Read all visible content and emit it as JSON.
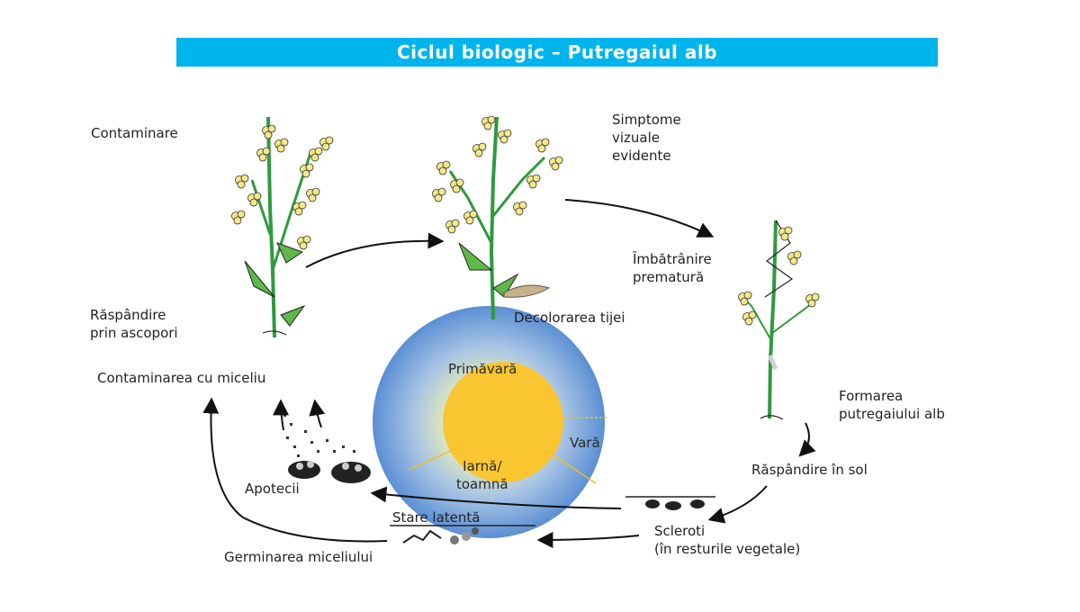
{
  "title": "Ciclul biologic – Putregaiul alb",
  "labels": {
    "contaminare": "Contaminare",
    "simptome": [
      "Simptome",
      "vizuale",
      "evidente"
    ],
    "imbatranire": [
      "Îmbătrânire",
      "prematură"
    ],
    "raspandire_ascopori": [
      "Răspândire",
      "prin ascopori"
    ],
    "decolorarea": "Decolorarea tijei",
    "contaminarea_miceliu": "Contaminarea cu miceliu",
    "formarea": [
      "Formarea",
      "putregaiului alb"
    ],
    "raspandire_sol": "Răspândire în sol",
    "apotecii": "Apotecii",
    "stare_latenta": "Stare latentă",
    "scleroti": [
      "Scleroti",
      "(în resturile vegetale)"
    ],
    "germinarea": "Germinarea miceliului"
  },
  "seasons": {
    "primavara": "Primăvară",
    "vara": "Vară",
    "iarna": [
      "Iarnă/",
      "toamnă"
    ]
  },
  "colors": {
    "title_bar": "#00b4ec",
    "sun": "#f9c531",
    "globe_edge": "#5b8fd4",
    "stem": "#2f9a3c",
    "flower": "#f4e88a"
  }
}
